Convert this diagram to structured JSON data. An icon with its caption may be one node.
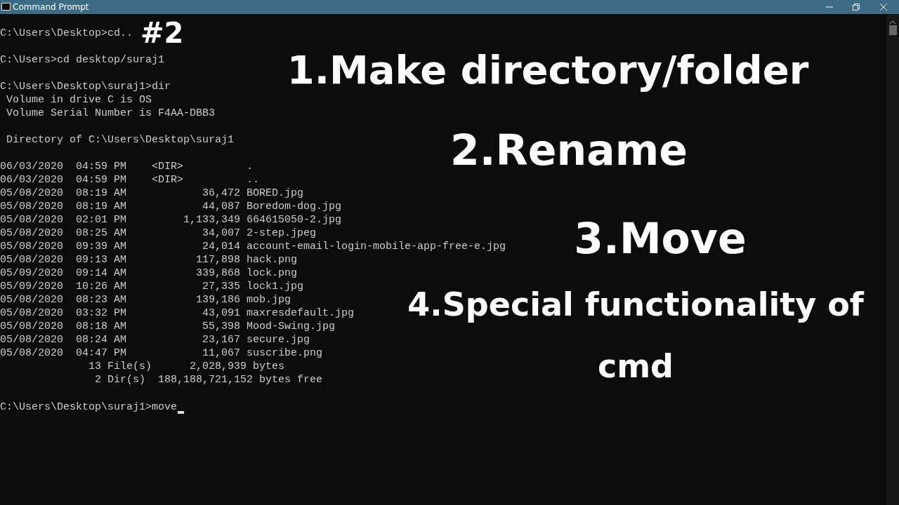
{
  "diagram": {
    "title": "Command Prompt",
    "labels": [
      "#2",
      "C:\\Users\\Desktop>cd..",
      "C:\\Users>cd desktop/suraj1",
      "C:\\Users\\Desktop\\suraj1>dir",
      " Volume in drive C is OS",
      " Volume Serial Number is F4AA-DBB3",
      " Directory of C:\\Users\\Desktop\\suraj1",
      "06/03/2020  04:59 PM    <DIR>          .",
      "06/03/2020  04:59 PM    <DIR>          ..",
      "05/08/2020  08:19 AM            36,472 BORED.jpg",
      "05/08/2020  08:19 AM            44,087 Boredom-dog.jpg",
      "05/08/2020  02:01 PM         1,133,349 664615050-2.jpg",
      "05/08/2020  08:25 AM            34,007 2-step.jpeg",
      "05/08/2020  09:39 AM            24,014 account-email-login-mobile-app-free-e.jpg",
      "05/08/2020  09:13 AM           117,898 hack.png",
      "05/09/2020  09:14 AM           339,868 lock.png",
      "05/09/2020  10:26 AM            27,335 lock1.jpg",
      "05/08/2020  08:23 AM           139,186 mob.jpg",
      "05/08/2020  03:32 PM            43,091 maxresdefault.jpg",
      "05/08/2020  08:18 AM            55,398 Mood-Swing.jpg",
      "05/08/2020  08:24 AM            23,167 secure.jpg",
      "05/08/2020  04:47 PM            11,067 suscribe.png",
      "              13 File(s)      2,028,939 bytes",
      "               2 Dir(s)  188,188,721,152 bytes free",
      "C:\\Users\\Desktop\\suraj1>move",
      "1.Make directory/folder",
      "2.Rename",
      "3.Move",
      "4.Special functionality of cmd"
    ]
  }
}
